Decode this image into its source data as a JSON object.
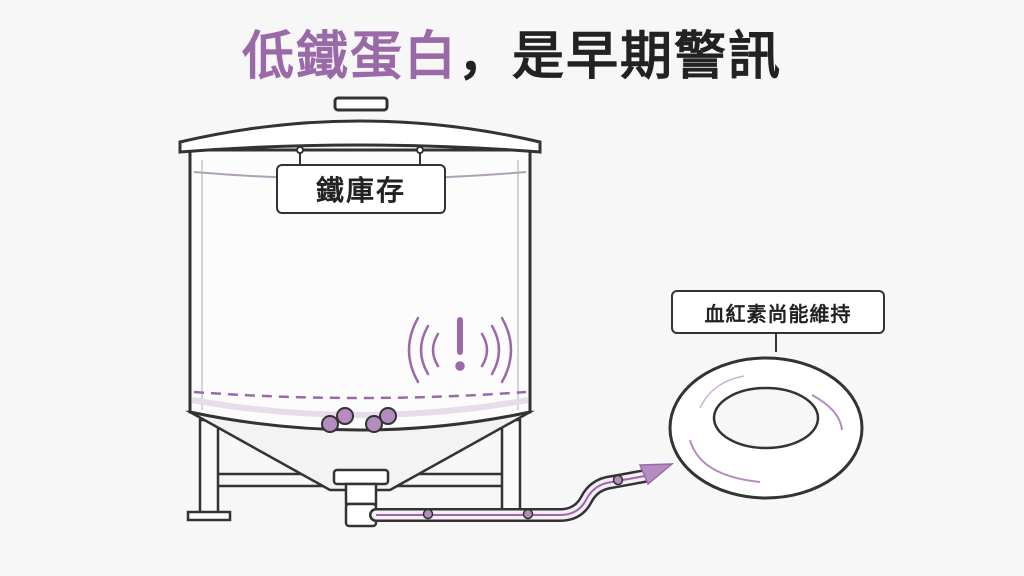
{
  "title": {
    "highlight": "低鐵蛋白",
    "rest": "，是早期警訊"
  },
  "tank": {
    "label": "鐵庫存"
  },
  "red_blood_cell": {
    "label": "血紅素尚能維持"
  },
  "colors": {
    "accent": "#9a6aa8",
    "ink": "#333333",
    "background": "#f7f7f7"
  },
  "icons": [
    "warning-exclamation-icon",
    "iron-particle-icon",
    "flow-arrow-icon"
  ]
}
